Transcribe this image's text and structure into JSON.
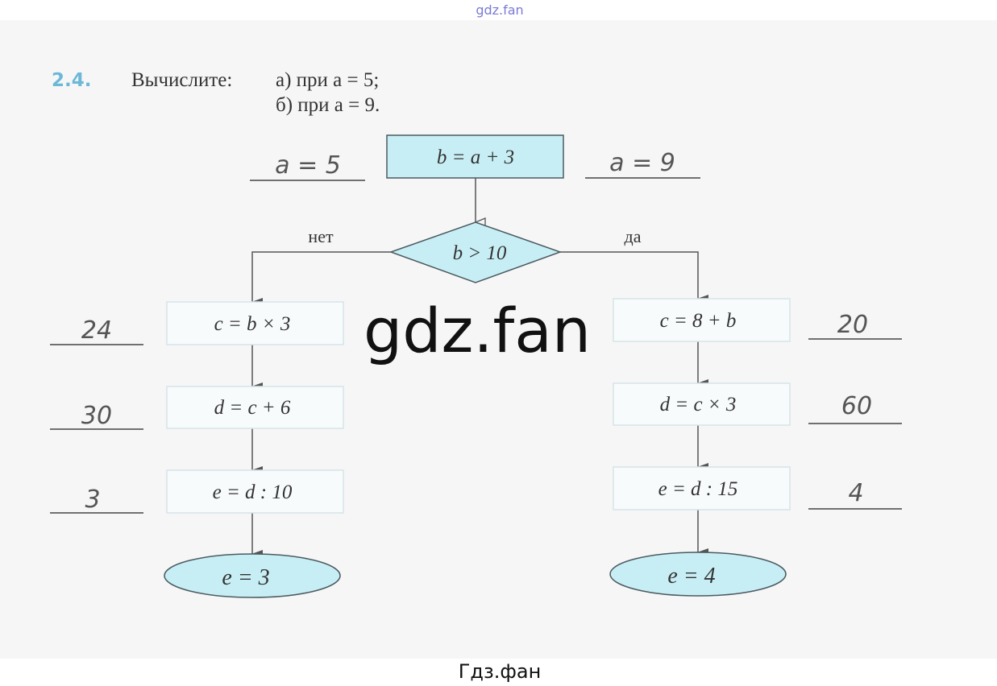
{
  "watermark_top": "gdz.fan",
  "watermark_center": "gdz.fan",
  "footer": "Гдз.фан",
  "task": {
    "number": "2.4.",
    "prompt": "Вычислите:",
    "case_a": "а) при a = 5;",
    "case_b": "б) при a = 9."
  },
  "flowchart": {
    "start": "b = a + 3",
    "condition": "b > 10",
    "no_label": "нет",
    "yes_label": "да",
    "left": [
      "c = b × 3",
      "d = c + 6",
      "e = d : 10"
    ],
    "left_result": "e =  3",
    "right": [
      "c = 8 + b",
      "d = c × 3",
      "e = d : 15"
    ],
    "right_result": "e =  4"
  },
  "answers": {
    "a_label": "a = 5",
    "b_label": "a = 9",
    "left": [
      "24",
      "30",
      "3"
    ],
    "right": [
      "20",
      "60",
      "4"
    ]
  },
  "colors": {
    "fill": "#c8eef5",
    "border": "#4a5a60",
    "number": "#6cb8d8"
  }
}
